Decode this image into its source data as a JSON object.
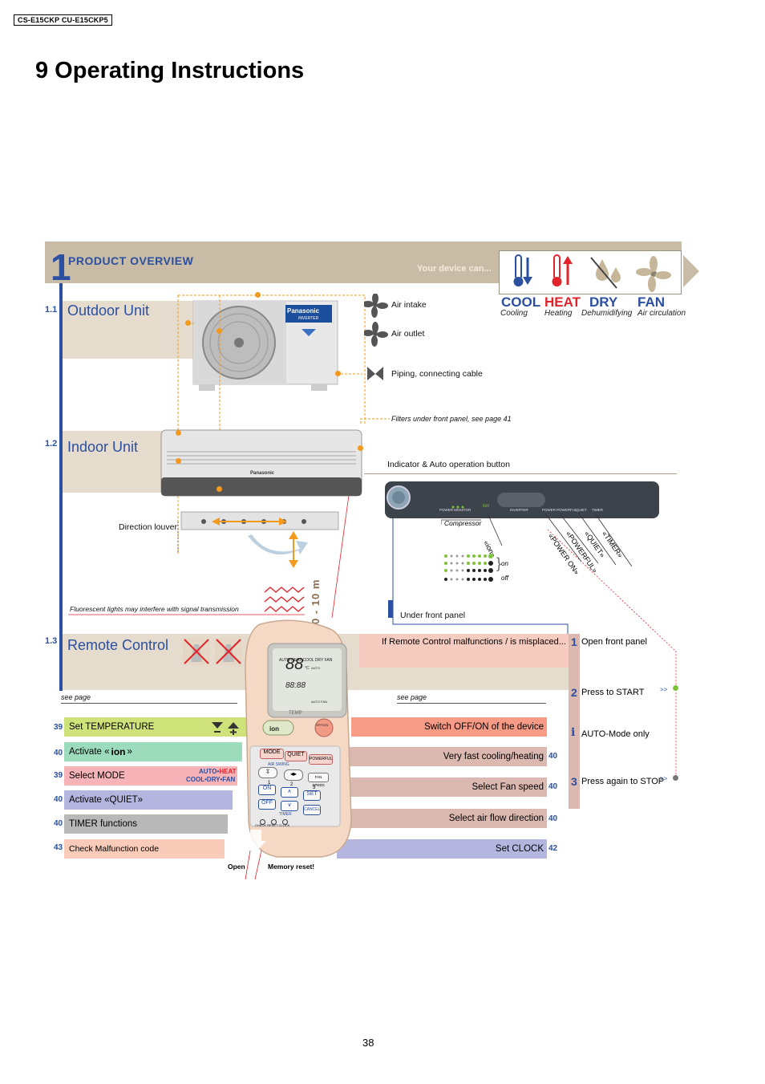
{
  "header": {
    "model": "CS-E15CKP CU-E15CKP5",
    "title": "9   Operating Instructions"
  },
  "overview": {
    "number": "1",
    "title": "PRODUCT  OVERVIEW",
    "subtitle": "Your device can...",
    "modes": [
      {
        "label": "COOL",
        "desc": "Cooling",
        "color": "#2b4fa1"
      },
      {
        "label": "HEAT",
        "desc": "Heating",
        "color": "#e3232a"
      },
      {
        "label": "DRY",
        "desc": "Dehumidifying",
        "color": "#2b4fa1"
      },
      {
        "label": "FAN",
        "desc": "Air circulation",
        "color": "#2b4fa1"
      }
    ]
  },
  "outdoor": {
    "number": "1.1",
    "title": "Outdoor Unit",
    "brand": "Panasonic",
    "brand_sub": "INVERTER",
    "labels": [
      "Air intake",
      "Air outlet",
      "Piping, connecting cable"
    ]
  },
  "indoor": {
    "number": "1.2",
    "title": "Indoor Unit",
    "brand": "Panasonic",
    "filters": "Filters under front panel, see page 41",
    "indicator": "Indicator & Auto operation button",
    "louver": "Direction louver",
    "panel_labels": [
      "POWER MONITOR",
      "ion",
      "INVERTER",
      "POWER",
      "POWERFUL",
      "QUIET",
      "TIMER"
    ],
    "compressor": "Compressor",
    "diag": [
      "«ion»",
      "«POWER ON»",
      "«POWERFUL»",
      "«QUIET»",
      "«TIMER»"
    ],
    "on": "on",
    "off": "off",
    "under_panel": "Under front panel",
    "fluorescent": "Fluorescent lights may interfere with signal transmission",
    "distance": "0 - 10 m"
  },
  "remote": {
    "number": "1.3",
    "title": "Remote Control",
    "malfunction": "If Remote Control malfunctions / is misplaced...",
    "see_page": "see page",
    "left_rows": [
      {
        "page": "39",
        "text": "Set TEMPERATURE",
        "color": "#cfe27a"
      },
      {
        "page": "40",
        "text": "Activate «",
        "text2": "ion",
        "text3": "»",
        "color": "#9ddbbd"
      },
      {
        "page": "39",
        "text": "Select MODE",
        "color": "#f6b3b8"
      },
      {
        "page": "40",
        "text": "Activate «QUIET»",
        "color": "#b5b6e0"
      },
      {
        "page": "40",
        "text": "TIMER functions",
        "color": "#b8b8b8"
      },
      {
        "page": "43",
        "text": "Check Malfunction code",
        "color": "#f9cbb9"
      }
    ],
    "mode_hint1a": "AUTO•",
    "mode_hint1b": "HEAT",
    "mode_hint2": "COOL•DRY•FAN",
    "right_rows": [
      {
        "page": "",
        "text": "Switch OFF/ON of the device",
        "color": "#f79b86"
      },
      {
        "page": "40",
        "text": "Very fast cooling/heating",
        "color": "#dcb9b0"
      },
      {
        "page": "40",
        "text": "Select Fan speed",
        "color": "#dcb9b0"
      },
      {
        "page": "40",
        "text": "Select air flow direction",
        "color": "#dcb9b0"
      },
      {
        "page": "42",
        "text": "Set CLOCK",
        "color": "#b5b6e0"
      }
    ],
    "steps": [
      {
        "n": "1",
        "text": "Open front panel"
      },
      {
        "n": "2",
        "text": "Press to START"
      },
      {
        "n": "i",
        "text": "AUTO-Mode only"
      },
      {
        "n": "3",
        "text": "Press again to STOP"
      }
    ],
    "open": "Open",
    "memory": "Memory reset!",
    "buttons": [
      "MODE",
      "QUIET",
      "POWERFUL",
      "AIR SWING",
      "FAN SPEED",
      "ON",
      "OFF",
      "SET",
      "CANCEL",
      "TIMER",
      "ion",
      "OFF/ON",
      "TEMP"
    ],
    "lcd": [
      "AUTO HEAT COOL DRY FAN",
      "88",
      "°C",
      "88:88",
      "AUTO",
      "AUTO FAN"
    ],
    "key_numbers": [
      "1",
      "2",
      "3"
    ],
    "check_row": "CHECK   RESET   CLOCK"
  },
  "page_number": "38"
}
